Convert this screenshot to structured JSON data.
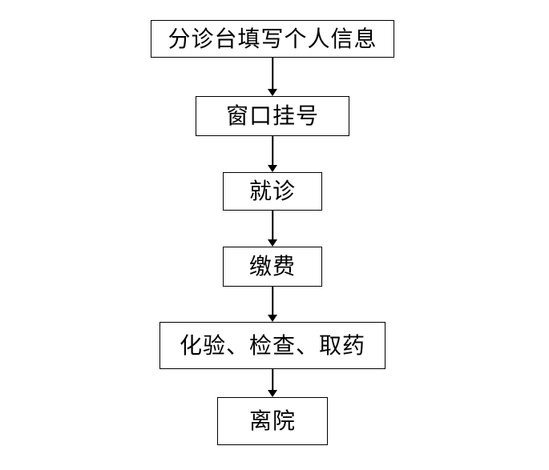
{
  "flowchart": {
    "description": "Outpatient hospital visit process flowchart",
    "steps": [
      {
        "label": "分诊台填写个人信息"
      },
      {
        "label": "窗口挂号"
      },
      {
        "label": "就诊"
      },
      {
        "label": "缴费"
      },
      {
        "label": "化验、检查、取药"
      },
      {
        "label": "离院"
      }
    ],
    "connector": "down-arrow",
    "colors": {
      "border": "#000000",
      "text": "#000000",
      "background": "#ffffff"
    }
  }
}
